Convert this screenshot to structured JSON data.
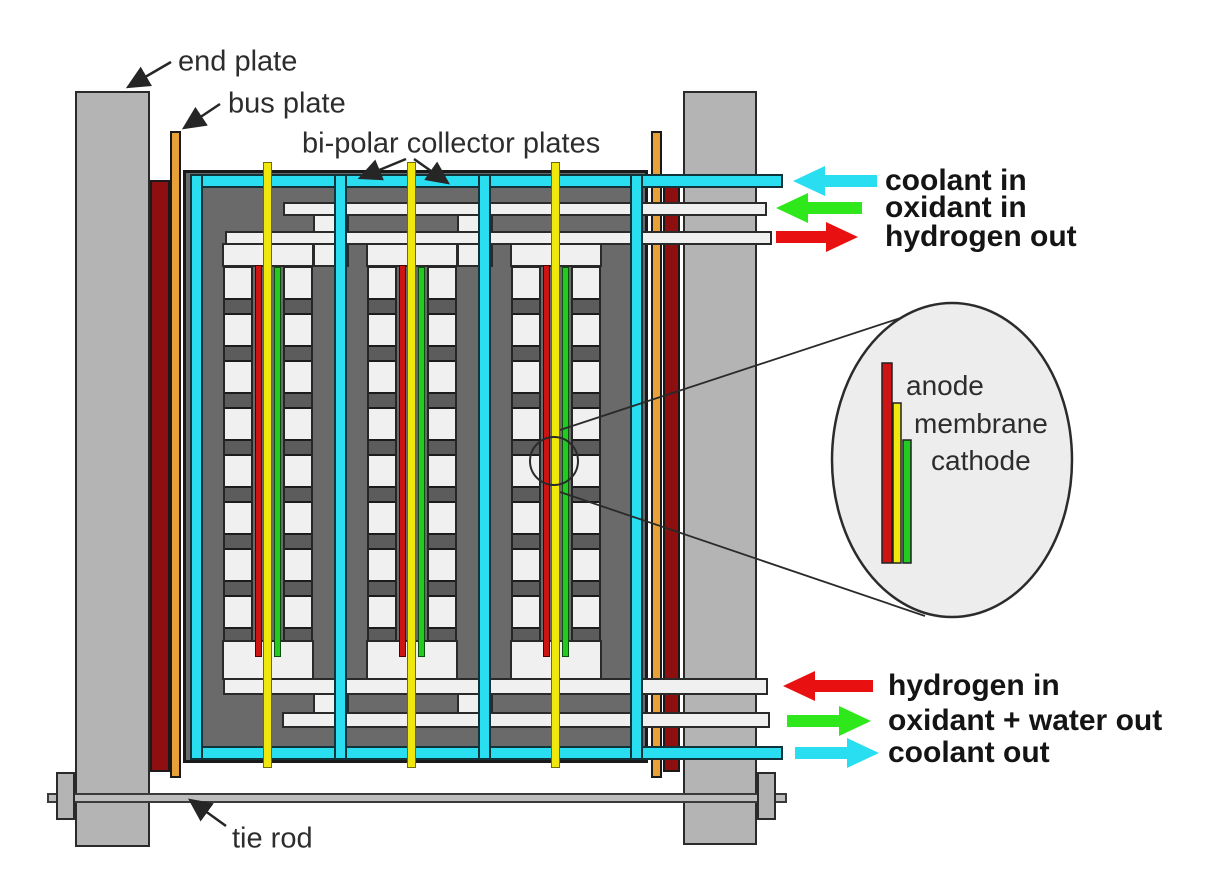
{
  "component_labels": {
    "end_plate": "end plate",
    "bus_plate": "bus plate",
    "bipolar_plates": "bi-polar collector plates",
    "tie_rod": "tie rod"
  },
  "flows_top": [
    {
      "label": "coolant in",
      "direction": "left",
      "color": "#2adef2"
    },
    {
      "label": "oxidant in",
      "direction": "left",
      "color": "#2ee81c"
    },
    {
      "label": "hydrogen out",
      "direction": "right",
      "color": "#e81010"
    }
  ],
  "flows_bottom": [
    {
      "label": "hydrogen in",
      "direction": "left",
      "color": "#e81010"
    },
    {
      "label": "oxidant + water out",
      "direction": "right",
      "color": "#2ee81c"
    },
    {
      "label": "coolant out",
      "direction": "right",
      "color": "#2adef2"
    }
  ],
  "magnifier": {
    "items": [
      {
        "label": "anode",
        "color": "#cc1414"
      },
      {
        "label": "membrane",
        "color": "#f0e70c"
      },
      {
        "label": "cathode",
        "color": "#22cb22"
      }
    ]
  },
  "colors": {
    "coolant": "#2adef2",
    "oxidant": "#2ee81c",
    "hydrogen": "#e81010",
    "end_plate": "#b4b4b4",
    "bus_plate": "#e8a038",
    "insulation_plate": "#8d0f0f",
    "stack_body": "#6a6a6a",
    "gas_channel": "#f0f0f0",
    "anode": "#cc1414",
    "membrane": "#f0e70c",
    "cathode": "#22cb22"
  }
}
